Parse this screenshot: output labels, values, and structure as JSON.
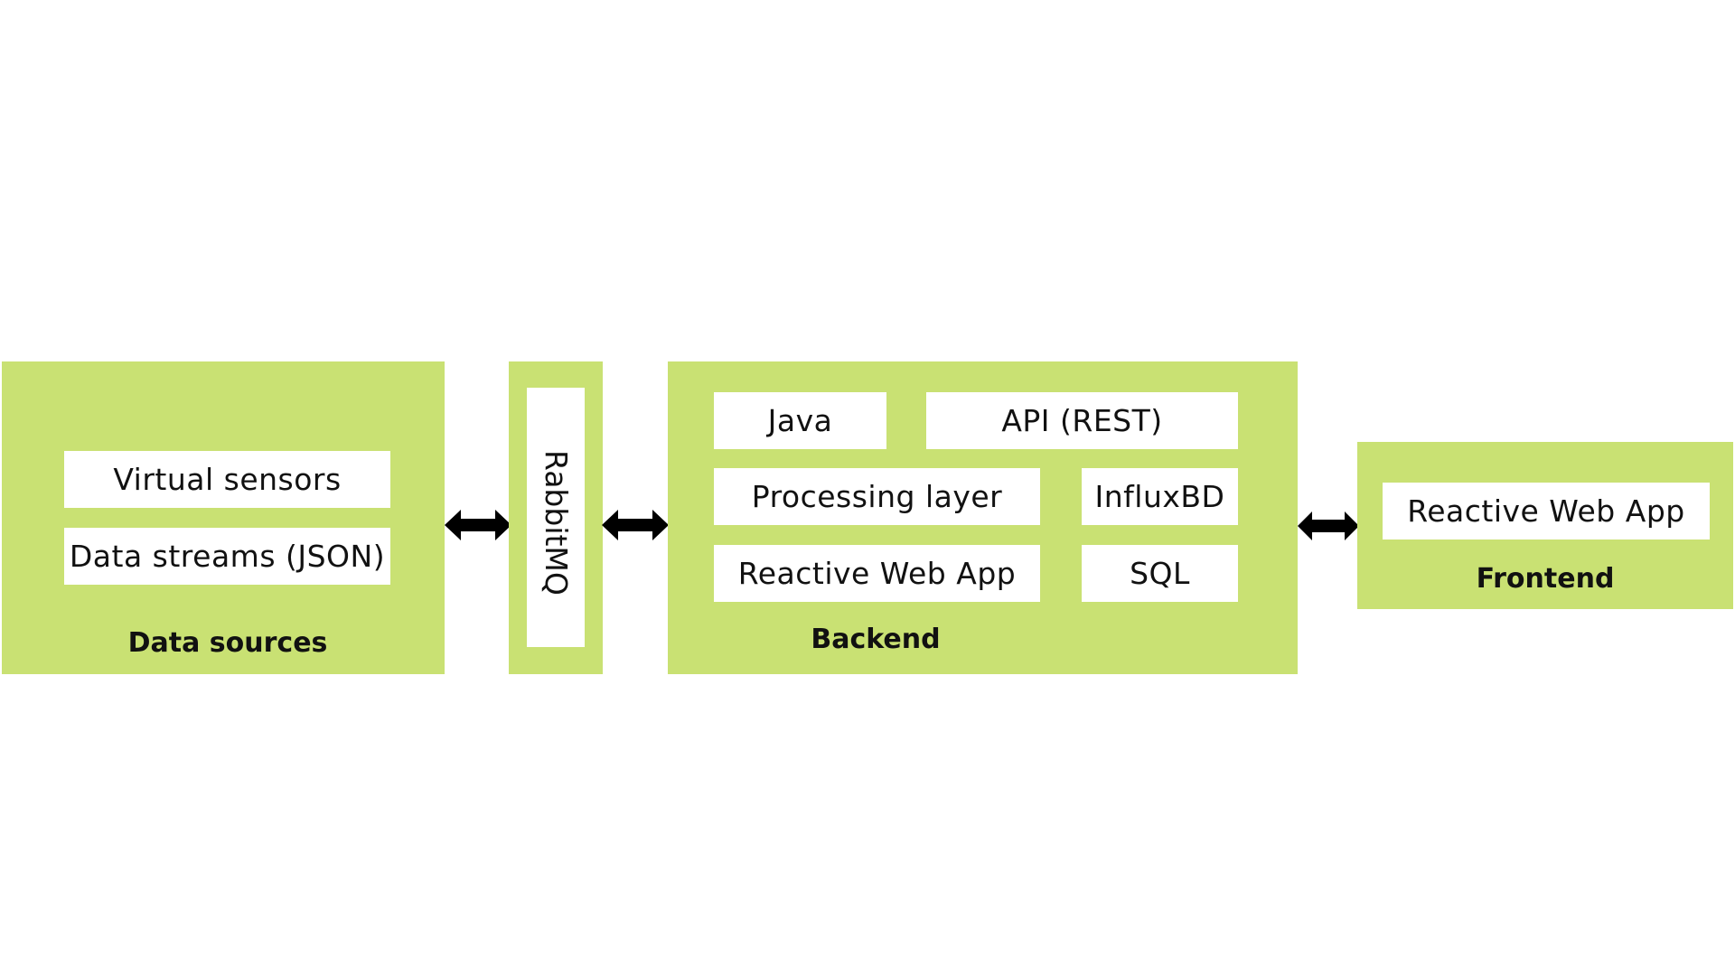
{
  "colors": {
    "panel": "#c9e173",
    "box": "#ffffff",
    "text": "#111111",
    "arrow": "#000000"
  },
  "data_sources": {
    "title": "Data sources",
    "items": [
      "Virtual sensors",
      "Data streams (JSON)"
    ]
  },
  "broker": {
    "label": "RabbitMQ"
  },
  "backend": {
    "title": "Backend",
    "items": [
      "Java",
      "API (REST)",
      "Processing layer",
      "InfluxBD",
      "Reactive Web App",
      "SQL"
    ]
  },
  "frontend": {
    "title": "Frontend",
    "items": [
      "Reactive Web App"
    ]
  },
  "connectors": [
    {
      "from": "Data sources",
      "to": "RabbitMQ",
      "type": "bidirectional-arrow-icon"
    },
    {
      "from": "RabbitMQ",
      "to": "Backend",
      "type": "bidirectional-arrow-icon"
    },
    {
      "from": "Backend",
      "to": "Frontend",
      "type": "bidirectional-arrow-icon"
    }
  ]
}
